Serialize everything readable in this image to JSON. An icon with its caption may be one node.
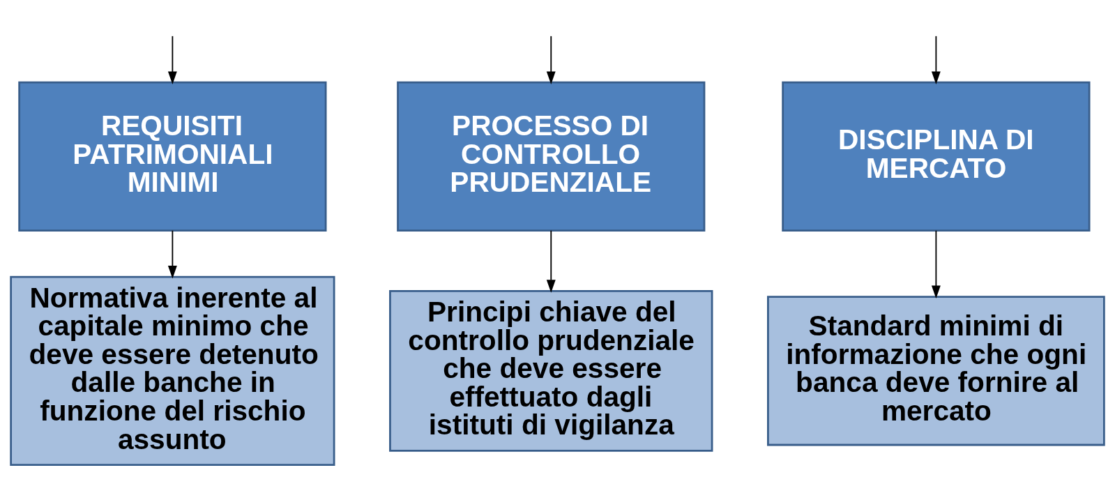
{
  "diagram": {
    "nodes": [
      {
        "text": [
          "REQUISITI PATRIMONIALI MINIMI"
        ]
      },
      {
        "text": [
          "PROCESSO DI CONTROLLO PRUDENZIALE"
        ]
      },
      {
        "text": [
          "DISCIPLINA DI MERCATO"
        ]
      },
      {
        "text": [
          "Normativa inerente al capitale minimo che deve essere detenuto dalle banche in funzione del rischio assunto"
        ]
      },
      {
        "text": [
          "Principi chiave del controllo prudenziale che deve essere effettuato dagli istituti di vigilanza"
        ]
      },
      {
        "text": [
          "Standard minimi di informazione che ogni banca deve fornire al mercato"
        ]
      }
    ],
    "edges": [
      {
        "from": null,
        "to": 0,
        "arrow": "to"
      },
      {
        "from": null,
        "to": 1,
        "arrow": "to"
      },
      {
        "from": null,
        "to": 2,
        "arrow": "to"
      },
      {
        "from": 0,
        "to": 3,
        "arrow": "to"
      },
      {
        "from": 1,
        "to": 4,
        "arrow": "to"
      },
      {
        "from": 2,
        "to": 5,
        "arrow": "to"
      }
    ]
  }
}
